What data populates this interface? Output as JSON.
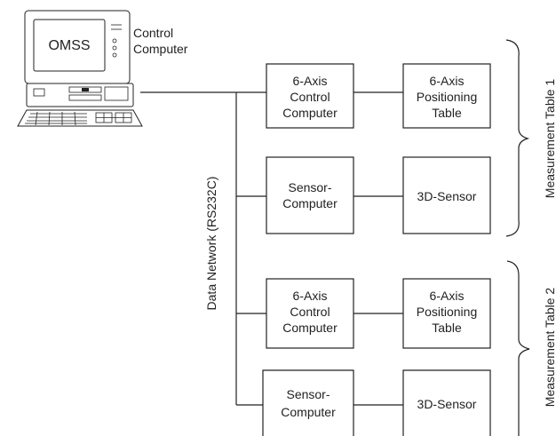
{
  "computer": {
    "screen_label": "OMSS",
    "caption_lines": [
      "Control",
      "Computer"
    ]
  },
  "network_label": "Data Network (RS232C)",
  "tables": [
    {
      "label": "Measurement Table 1",
      "rows": [
        {
          "left": [
            "6-Axis",
            "Control",
            "Computer"
          ],
          "right": [
            "6-Axis",
            "Positioning",
            "Table"
          ]
        },
        {
          "left": [
            "Sensor-",
            "Computer"
          ],
          "right": [
            "3D-Sensor"
          ]
        }
      ]
    },
    {
      "label": "Measurement Table 2",
      "rows": [
        {
          "left": [
            "6-Axis",
            "Control",
            "Computer"
          ],
          "right": [
            "6-Axis",
            "Positioning",
            "Table"
          ]
        },
        {
          "left": [
            "Sensor-",
            "Computer"
          ],
          "right": [
            "3D-Sensor"
          ]
        }
      ]
    }
  ]
}
